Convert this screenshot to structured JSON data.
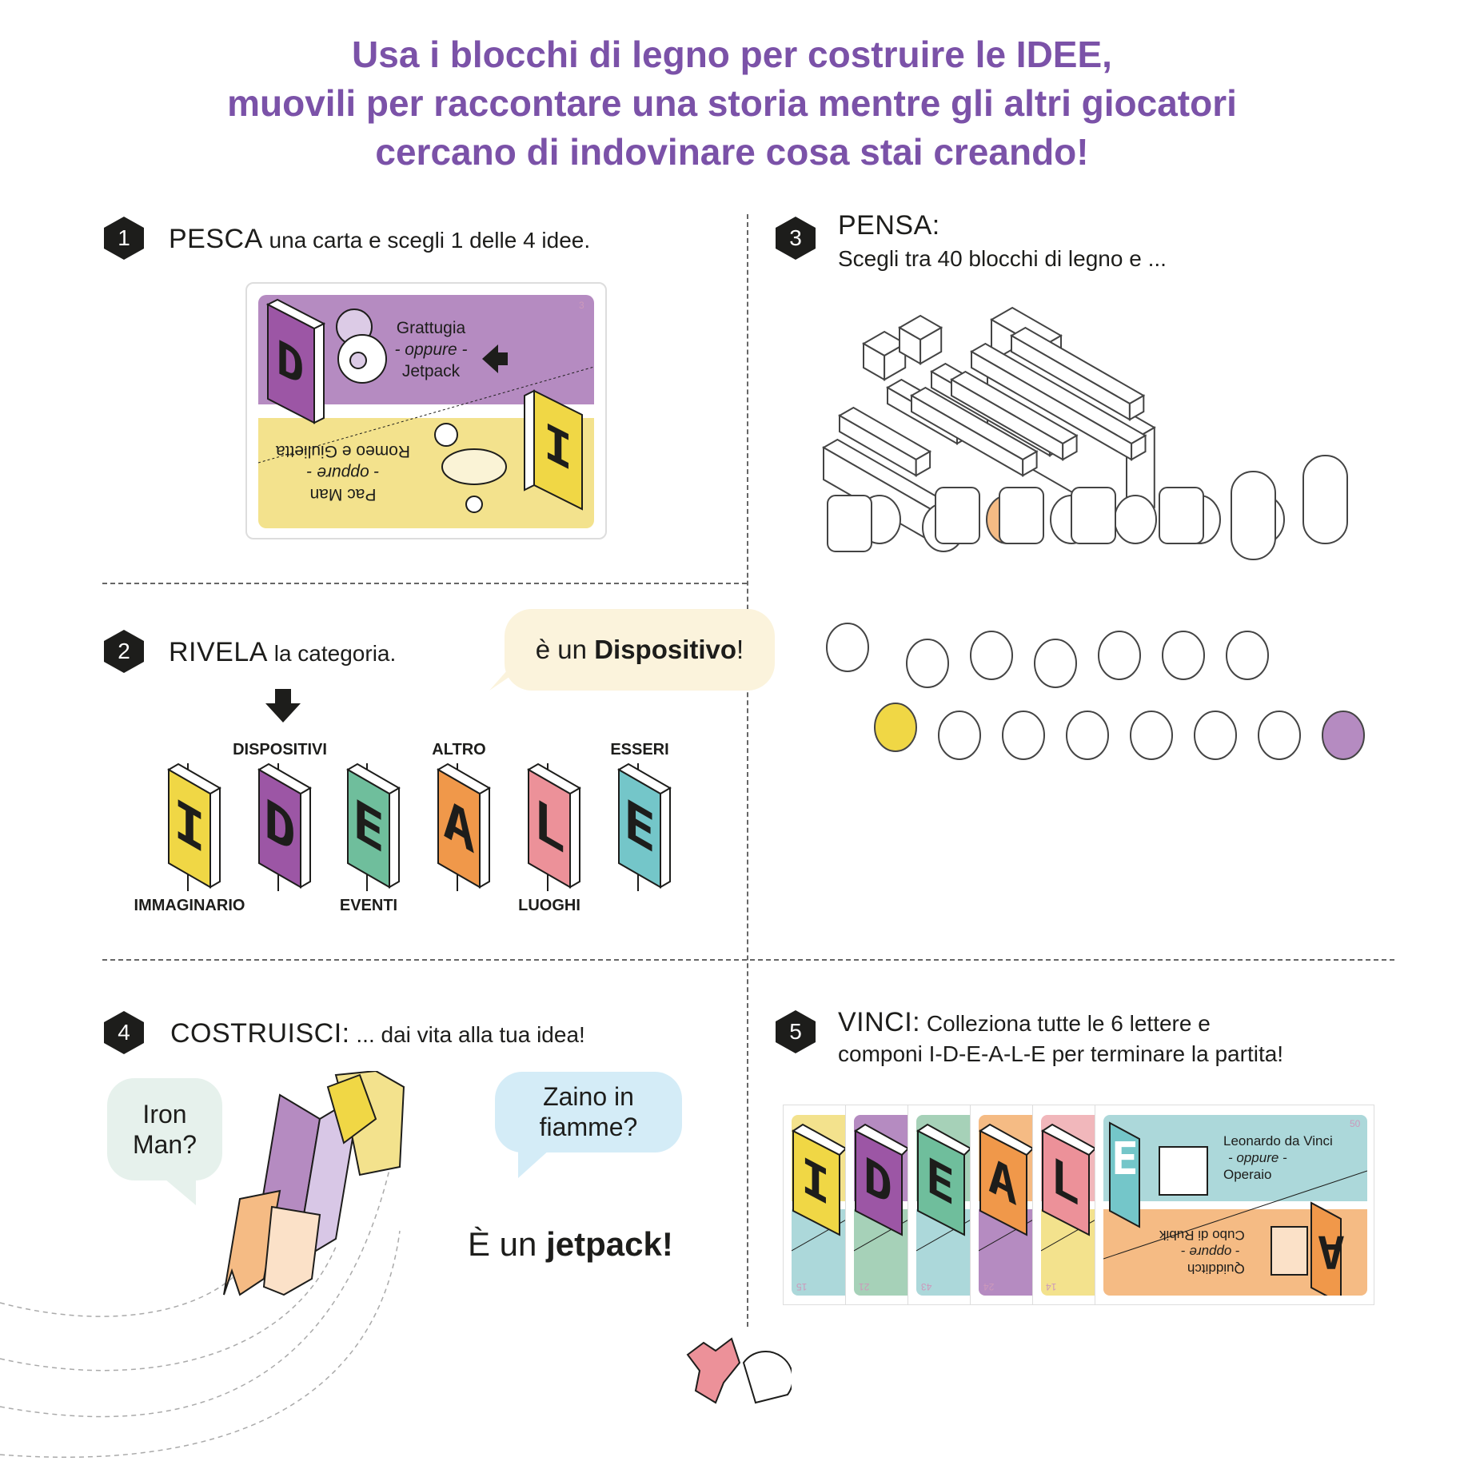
{
  "title": {
    "line1": "Usa i blocchi di legno per costruire le IDEE,",
    "line2": "muovili per raccontare una storia mentre gli altri giocatori",
    "line3": "cercano di indovinare cosa stai creando!",
    "color": "#7b52a8"
  },
  "steps": [
    {
      "number": "1",
      "keyword": "PESCA",
      "text": "una carta e scegli 1 delle 4 idee."
    },
    {
      "number": "2",
      "keyword": "RIVELA",
      "text": "la categoria."
    },
    {
      "number": "3",
      "keyword": "PENSA:",
      "text": "Scegli tra 40 blocchi di legno e ..."
    },
    {
      "number": "4",
      "keyword": "COSTRUISCI:",
      "text": "... dai vita alla tua idea!"
    },
    {
      "number": "5",
      "keyword": "VINCI:",
      "text": "Colleziona tutte le 6 lettere e",
      "text2": "componi I-D-E-A-L-E per terminare la partita!"
    }
  ],
  "card1": {
    "top": {
      "idea1": "Grattugia",
      "or": "- oppure -",
      "idea2": "Jetpack",
      "color": "#b58bc1"
    },
    "bottom": {
      "idea1": "Pac Man",
      "or": "- oppure -",
      "idea2": "Romeo e Giulietta",
      "color": "#f3e28d"
    },
    "number": "3",
    "arrow": "arrow-left-icon"
  },
  "step2": {
    "bubble_prefix": "è un ",
    "bubble_bold": "Dispositivo",
    "bubble_suffix": "!",
    "letters": [
      {
        "letter": "I",
        "color": "#f0d745",
        "label": "IMMAGINARIO",
        "label_pos": "bottom"
      },
      {
        "letter": "D",
        "color": "#9c56a5",
        "label": "DISPOSITIVI",
        "label_pos": "top"
      },
      {
        "letter": "E",
        "color": "#6fbe9c",
        "label": "EVENTI",
        "label_pos": "bottom"
      },
      {
        "letter": "A",
        "color": "#f0984a",
        "label": "ALTRO",
        "label_pos": "top"
      },
      {
        "letter": "L",
        "color": "#ec9199",
        "label": "LUOGHI",
        "label_pos": "bottom"
      },
      {
        "letter": "E",
        "color": "#74c6c9",
        "label": "ESSERI",
        "label_pos": "top"
      }
    ]
  },
  "step4": {
    "bubble1": {
      "line1": "Iron",
      "line2": "Man?",
      "color": "#e6f1ec"
    },
    "bubble2": {
      "line1": "Zaino in",
      "line2": "fiamme?",
      "color": "#d4ecf7"
    },
    "answer_prefix": "È un ",
    "answer_word": "jetpack!"
  },
  "step5": {
    "cards": [
      {
        "letter": "I",
        "color": "#f0d745",
        "top": "#f3e28d",
        "bottom": "#acd8da",
        "number": "15"
      },
      {
        "letter": "D",
        "color": "#9c56a5",
        "top": "#b58bc1",
        "bottom": "#a6d1b8",
        "number": "21"
      },
      {
        "letter": "E",
        "color": "#6fbe9c",
        "top": "#a6d1b8",
        "bottom": "#acd8da",
        "number": "43"
      },
      {
        "letter": "A",
        "color": "#f0984a",
        "top": "#f5bb84",
        "bottom": "#b58bc1",
        "number": "24"
      },
      {
        "letter": "L",
        "color": "#ec9199",
        "top": "#f1b7bb",
        "bottom": "#f3e28d",
        "number": "14"
      }
    ],
    "last_card": {
      "top": {
        "idea1": "Leonardo da Vinci",
        "or": "- oppure -",
        "idea2": "Operaio",
        "color": "#acd8da"
      },
      "bottom": {
        "idea1": "Quidditch",
        "or": "- oppure -",
        "idea2": "Cubo di Rubik",
        "color": "#f5bb84"
      },
      "letter_top": "E",
      "letter_bottom": "A",
      "number": "50"
    }
  }
}
